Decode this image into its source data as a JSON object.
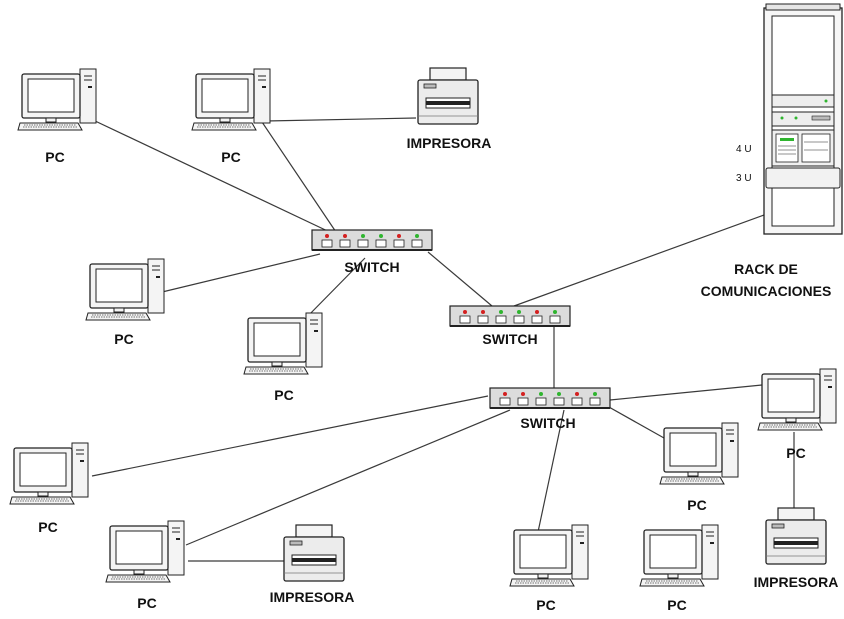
{
  "labels": {
    "pc": "PC",
    "printer": "IMPRESORA",
    "switch": "SWITCH",
    "rack_line1": "RACK DE",
    "rack_line2": "COMUNICACIONES",
    "rack_4u": "4 U",
    "rack_3u": "3 U"
  },
  "colors": {
    "line": "#3a3a3a",
    "led_red": "#d42020",
    "led_green": "#2fb52f",
    "device_body": "#f4f4f4",
    "outline": "#222222"
  },
  "icons": {
    "pc": "desktop-computer-icon",
    "printer": "printer-icon",
    "switch": "network-switch-icon",
    "rack": "server-rack-icon"
  },
  "nodes": [
    {
      "id": "pc1",
      "type": "pc",
      "label": "PC"
    },
    {
      "id": "pc2",
      "type": "pc",
      "label": "PC"
    },
    {
      "id": "prn1",
      "type": "printer",
      "label": "IMPRESORA"
    },
    {
      "id": "pc3",
      "type": "pc",
      "label": "PC"
    },
    {
      "id": "pc4",
      "type": "pc",
      "label": "PC"
    },
    {
      "id": "sw1",
      "type": "switch",
      "label": "SWITCH"
    },
    {
      "id": "sw2",
      "type": "switch",
      "label": "SWITCH"
    },
    {
      "id": "sw3",
      "type": "switch",
      "label": "SWITCH"
    },
    {
      "id": "rack",
      "type": "rack",
      "label": "RACK DE COMUNICACIONES"
    },
    {
      "id": "pc5",
      "type": "pc",
      "label": "PC"
    },
    {
      "id": "pc6",
      "type": "pc",
      "label": "PC"
    },
    {
      "id": "prn2",
      "type": "printer",
      "label": "IMPRESORA"
    },
    {
      "id": "pc7",
      "type": "pc",
      "label": "PC"
    },
    {
      "id": "pc8",
      "type": "pc",
      "label": "PC"
    },
    {
      "id": "pc9",
      "type": "pc",
      "label": "PC"
    },
    {
      "id": "pc10",
      "type": "pc",
      "label": "PC"
    },
    {
      "id": "prn3",
      "type": "printer",
      "label": "IMPRESORA"
    }
  ],
  "edges": [
    [
      "pc1",
      "sw1"
    ],
    [
      "pc2",
      "sw1"
    ],
    [
      "pc2",
      "prn1"
    ],
    [
      "pc3",
      "sw1"
    ],
    [
      "pc4",
      "sw1"
    ],
    [
      "sw1",
      "sw2"
    ],
    [
      "sw2",
      "rack"
    ],
    [
      "sw2",
      "sw3"
    ],
    [
      "sw3",
      "pc5"
    ],
    [
      "sw3",
      "pc6"
    ],
    [
      "pc6",
      "prn2"
    ],
    [
      "sw3",
      "pc7"
    ],
    [
      "sw3",
      "pc8"
    ],
    [
      "sw3",
      "pc9"
    ],
    [
      "pc9",
      "prn3"
    ]
  ]
}
